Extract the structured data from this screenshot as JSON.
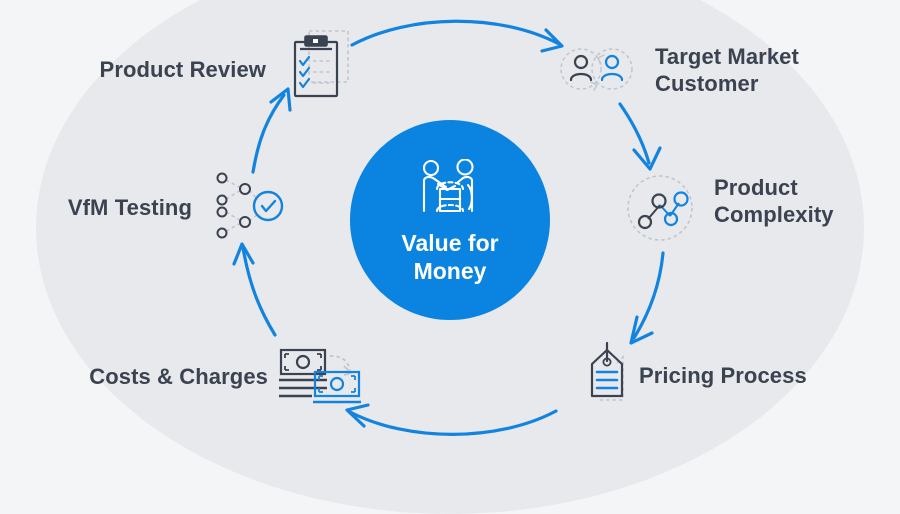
{
  "diagram": {
    "type": "cycle",
    "title": "Value for Money",
    "background_color": "#f4f5f6",
    "oval_color": "#e7e9ec",
    "accent_color": "#0a84e0",
    "dark_color": "#3b4250",
    "hub": {
      "label": "Value for\nMoney",
      "icon": "handshake-icon",
      "fill": "#0a84e0",
      "text_color": "#ffffff"
    },
    "nodes": [
      {
        "id": "product-review",
        "label": "Product Review",
        "icon": "clipboard-checklist-icon",
        "position": "top-left",
        "label_align": "right"
      },
      {
        "id": "target-market-customer",
        "label": "Target Market\nCustomer",
        "icon": "two-users-icon",
        "position": "top-right",
        "label_align": "left"
      },
      {
        "id": "product-complexity",
        "label": "Product\nComplexity",
        "icon": "network-nodes-icon",
        "position": "right",
        "label_align": "left"
      },
      {
        "id": "pricing-process",
        "label": "Pricing Process",
        "icon": "price-tag-icon",
        "position": "bottom-right",
        "label_align": "left"
      },
      {
        "id": "costs-and-charges",
        "label": "Costs & Charges",
        "icon": "banknotes-icon",
        "position": "bottom-left",
        "label_align": "right"
      },
      {
        "id": "vfm-testing",
        "label": "VfM Testing",
        "icon": "decision-tree-check-icon",
        "position": "left",
        "label_align": "right"
      }
    ],
    "arrows": [
      {
        "id": "arrow-review-to-target",
        "from": "product-review",
        "to": "target-market-customer",
        "direction": "right"
      },
      {
        "id": "arrow-target-to-complexity",
        "from": "target-market-customer",
        "to": "product-complexity",
        "direction": "down"
      },
      {
        "id": "arrow-complexity-to-pricing",
        "from": "product-complexity",
        "to": "pricing-process",
        "direction": "down-left"
      },
      {
        "id": "arrow-pricing-to-costs",
        "from": "pricing-process",
        "to": "costs-and-charges",
        "direction": "left"
      },
      {
        "id": "arrow-costs-to-vfm",
        "from": "costs-and-charges",
        "to": "vfm-testing",
        "direction": "up"
      },
      {
        "id": "arrow-vfm-to-review",
        "from": "vfm-testing",
        "to": "product-review",
        "direction": "up-right"
      }
    ]
  }
}
